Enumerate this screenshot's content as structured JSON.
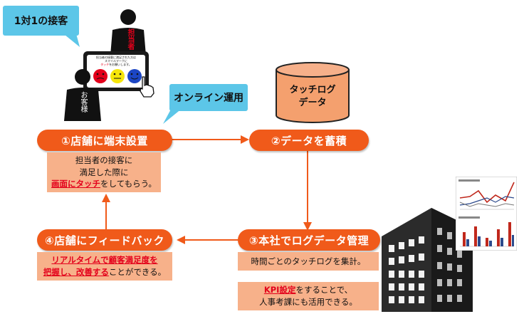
{
  "callouts": {
    "one_on_one": "1対1の接客",
    "online": "オンライン運用"
  },
  "staff_label": "担当者",
  "customer_label": "お客様",
  "tablet_text": {
    "line1": "担当者の接客に満足された方は",
    "line2": "スマイルマークに",
    "line3_red": "タッチ",
    "line3_rest": "をお願いします。"
  },
  "database": {
    "line1": "タッチログ",
    "line2": "データ"
  },
  "steps": {
    "s1": "①店舗に端末設置",
    "s2": "②データを蓄積",
    "s3": "③本社でログデータ管理",
    "s4": "④店舗にフィードバック"
  },
  "notes": {
    "n1_line1": "担当者の接客に",
    "n1_line2": "満足した際に",
    "n1_line3_red": "画面にタッチ",
    "n1_line3_rest": "をしてもらう。",
    "n3": "時間ごとのタッチログを集計。",
    "n4_red1": "リアルタイムで顧客満足度を",
    "n4_red2": "把握し、改善する",
    "n4_rest": "ことができる。",
    "n5_red": "KPI設定",
    "n5_rest1": "をすることで、",
    "n5_line2": "人事考課にも活用できる。"
  },
  "colors": {
    "accent": "#f05a1a",
    "note_bg": "#f7b18a",
    "callout": "#5cc6e8",
    "db_fill": "#f4a06e",
    "emphasis": "#e3001b"
  }
}
